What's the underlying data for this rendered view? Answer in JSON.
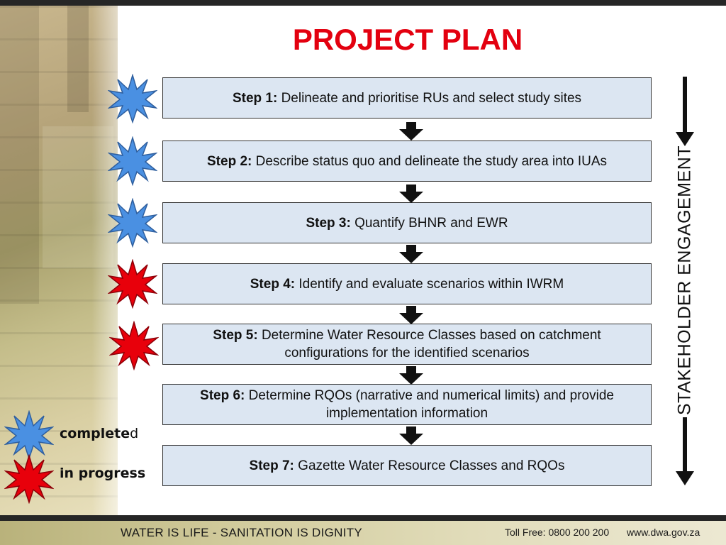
{
  "title": "PROJECT PLAN",
  "steps": [
    {
      "label": "Step 1:",
      "text": "Delineate and prioritise RUs and select study sites",
      "status": "completed"
    },
    {
      "label": "Step 2:",
      "text": "Describe status quo and delineate the study area into IUAs",
      "status": "completed"
    },
    {
      "label": "Step 3:",
      "text": "Quantify BHNR and EWR",
      "status": "completed"
    },
    {
      "label": "Step 4:",
      "text": "Identify and evaluate scenarios within IWRM",
      "status": "in progress"
    },
    {
      "label": "Step 5:",
      "text": "Determine Water Resource Classes based on catchment configurations for the identified scenarios",
      "status": "in progress"
    },
    {
      "label": "Step 6:",
      "text": "Determine RQOs (narrative and numerical limits) and provide implementation information",
      "status": ""
    },
    {
      "label": "Step 7:",
      "text": "Gazette Water Resource Classes and RQOs",
      "status": ""
    }
  ],
  "side_label": "STAKEHOLDER ENGAGEMENT",
  "legend": {
    "completed_bold": "complete",
    "completed_tail": "d",
    "in_progress": "in progress"
  },
  "footer": {
    "slogan": "WATER IS LIFE - SANITATION IS DIGNITY",
    "toll_free": "Toll Free: 0800 200 200",
    "website": "www.dwa.gov.za"
  },
  "colors": {
    "title": "#e3000f",
    "box_fill": "#dce6f2",
    "completed_star": "#4a90e2",
    "in_progress_star": "#e8000b"
  },
  "icons": {
    "completed": "blue-star-burst-icon",
    "in_progress": "red-star-burst-icon"
  }
}
